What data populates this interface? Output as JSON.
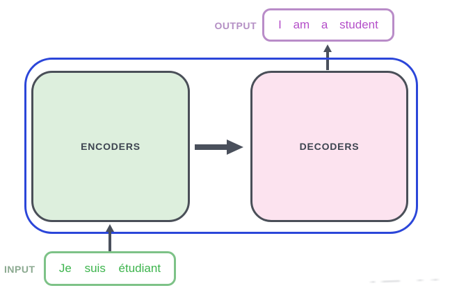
{
  "diagram": {
    "output": {
      "label": "OUTPUT",
      "text": "I am a student"
    },
    "input": {
      "label": "INPUT",
      "text": "Je suis étudiant"
    },
    "encoders": {
      "label": "ENCODERS"
    },
    "decoders": {
      "label": "DECODERS"
    }
  },
  "icons": {
    "encoders_to_decoders": "arrow-right-icon",
    "decoders_to_output": "arrow-up-icon",
    "input_to_encoders": "arrow-up-icon"
  },
  "colors": {
    "container_border": "#2b46d9",
    "box_border": "#4a4f58",
    "encoders_fill": "#ddefdd",
    "decoders_fill": "#fce3ef",
    "output_border": "#b98cc8",
    "output_text": "#b44fc9",
    "output_label_color": "#b48fc4",
    "input_border": "#7dc287",
    "input_text": "#3cb44c",
    "input_label_color": "#8ba990",
    "arrow": "#4a505c"
  }
}
